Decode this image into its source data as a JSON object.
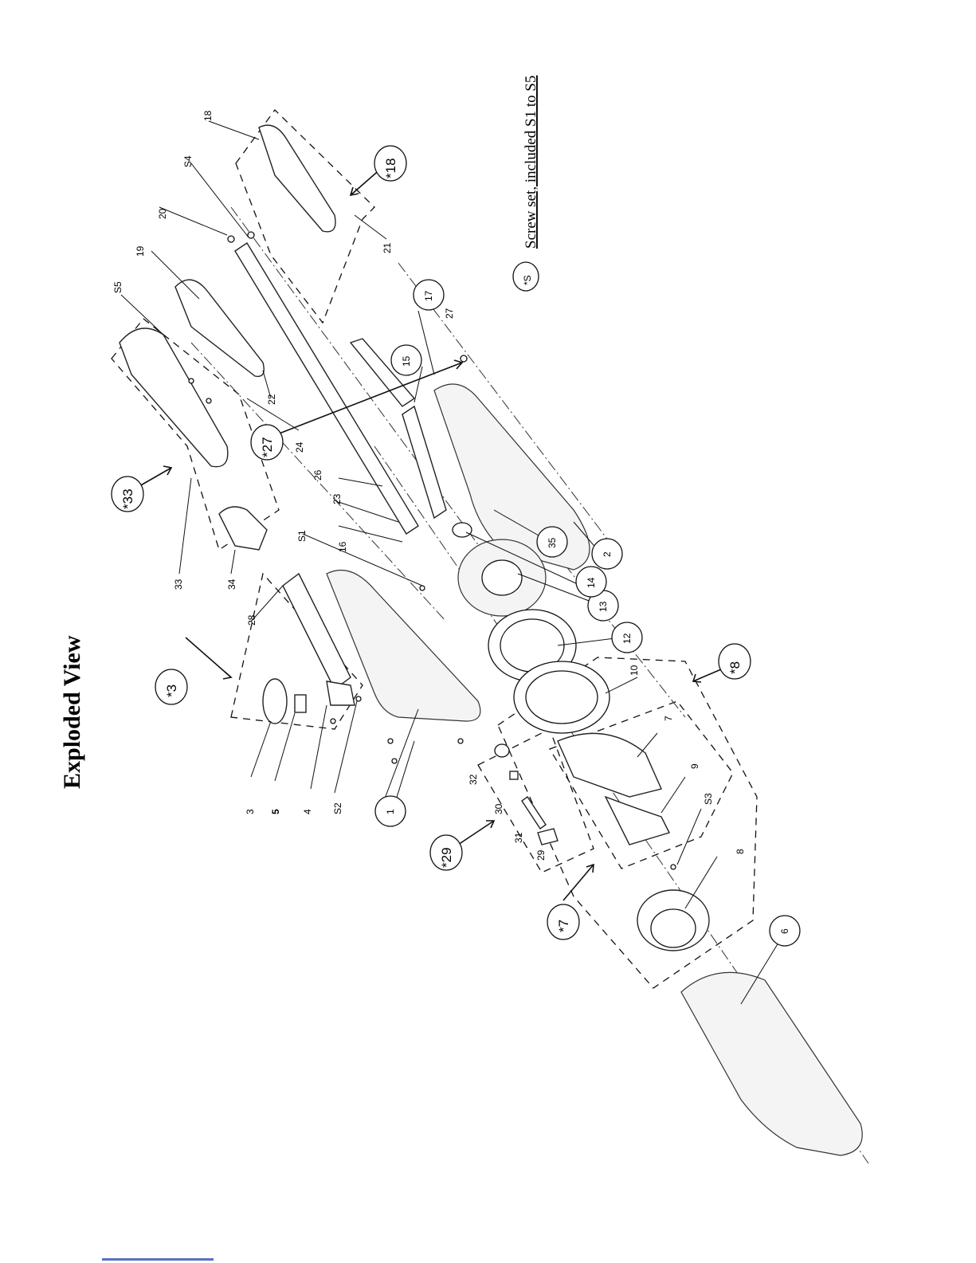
{
  "title": "Exploded View",
  "screw_note": {
    "symbol": "*S",
    "text": "Screw set, included S1 to S5"
  },
  "part_labels": [
    "1",
    "2",
    "3",
    "4",
    "5",
    "6",
    "7",
    "8",
    "9",
    "10",
    "12",
    "13",
    "14",
    "15",
    "16",
    "17",
    "18",
    "19",
    "20",
    "21",
    "22",
    "23",
    "24",
    "26",
    "27",
    "28",
    "29",
    "30",
    "31",
    "32",
    "33",
    "34",
    "35",
    "S1",
    "S2",
    "S3",
    "S4",
    "S5"
  ],
  "circled_labels": [
    "1",
    "2",
    "6",
    "12",
    "13",
    "14",
    "15",
    "17",
    "35"
  ],
  "assembly_labels": [
    "*3",
    "*7",
    "*8",
    "*18",
    "*27",
    "*29",
    "*33"
  ],
  "colors": {
    "bottom_bar": "#5a6fc4"
  }
}
